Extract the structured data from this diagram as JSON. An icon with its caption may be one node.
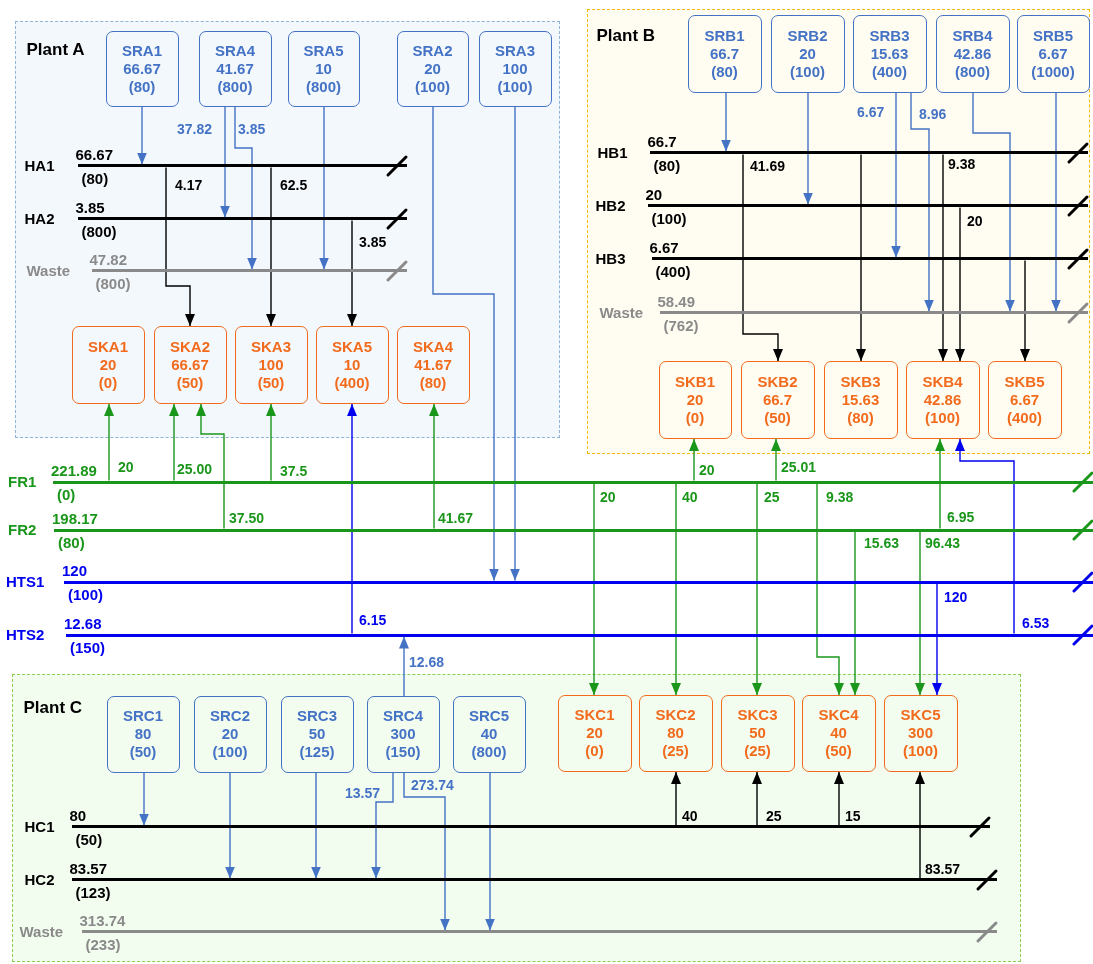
{
  "diagram": {
    "nodes": [
      {
        "text": [
          "Plant A"
        ]
      },
      {
        "text": [
          "SRA1",
          "66.67",
          "(80)"
        ],
        "in": 0
      },
      {
        "text": [
          "SRA4",
          "41.67",
          "(800)"
        ],
        "in": 0
      },
      {
        "text": [
          "SRA5",
          "10",
          "(800)"
        ],
        "in": 0
      },
      {
        "text": [
          "SRA2",
          "20",
          "(100)"
        ],
        "in": 0
      },
      {
        "text": [
          "SRA3",
          "100",
          "(100)"
        ],
        "in": 0
      },
      {
        "text": [],
        "shape": "bar",
        "beside": [
          "HA1",
          "66.67",
          "(80)"
        ],
        "in": 0
      },
      {
        "text": [],
        "shape": "bar",
        "beside": [
          "HA2",
          "3.85",
          "(800)"
        ],
        "in": 0
      },
      {
        "text": [],
        "shape": "bar",
        "beside": [
          "Waste",
          "47.82",
          "(800)"
        ],
        "in": 0
      },
      {
        "text": [
          "SKA1",
          "20",
          "(0)"
        ],
        "in": 0
      },
      {
        "text": [
          "SKA2",
          "66.67",
          "(50)"
        ],
        "in": 0
      },
      {
        "text": [
          "SKA3",
          "100",
          "(50)"
        ],
        "in": 0
      },
      {
        "text": [
          "SKA5",
          "10",
          "(400)"
        ],
        "in": 0
      },
      {
        "text": [
          "SKA4",
          "41.67",
          "(80)"
        ],
        "in": 0
      },
      {
        "text": [
          "Plant B"
        ]
      },
      {
        "text": [
          "SRB1",
          "66.7",
          "(80)"
        ],
        "in": 14
      },
      {
        "text": [
          "SRB2",
          "20",
          "(100)"
        ],
        "in": 14
      },
      {
        "text": [
          "SRB3",
          "15.63",
          "(400)"
        ],
        "in": 14
      },
      {
        "text": [
          "SRB4",
          "42.86",
          "(800)"
        ],
        "in": 14
      },
      {
        "text": [
          "SRB5",
          "6.67",
          "(1000)"
        ],
        "in": 14
      },
      {
        "text": [],
        "shape": "bar",
        "beside": [
          "HB1",
          "66.7",
          "(80)"
        ],
        "in": 14
      },
      {
        "text": [],
        "shape": "bar",
        "beside": [
          "HB2",
          "20",
          "(100)"
        ],
        "in": 14
      },
      {
        "text": [],
        "shape": "bar",
        "beside": [
          "HB3",
          "6.67",
          "(400)"
        ],
        "in": 14
      },
      {
        "text": [],
        "shape": "bar",
        "beside": [
          "Waste",
          "58.49",
          "(762)"
        ],
        "in": 14
      },
      {
        "text": [
          "SKB1",
          "20",
          "(0)"
        ],
        "in": 14
      },
      {
        "text": [
          "SKB2",
          "66.7",
          "(50)"
        ],
        "in": 14
      },
      {
        "text": [
          "SKB3",
          "15.63",
          "(80)"
        ],
        "in": 14
      },
      {
        "text": [
          "SKB4",
          "42.86",
          "(100)"
        ],
        "in": 14
      },
      {
        "text": [
          "SKB5",
          "6.67",
          "(400)"
        ],
        "in": 14
      },
      {
        "text": [],
        "shape": "bar",
        "beside": [
          "FR1",
          "221.89",
          "(0)"
        ]
      },
      {
        "text": [],
        "shape": "bar",
        "beside": [
          "FR2",
          "198.17",
          "(80)"
        ]
      },
      {
        "text": [],
        "shape": "bar",
        "beside": [
          "HTS1",
          "120",
          "(100)"
        ]
      },
      {
        "text": [],
        "shape": "bar",
        "beside": [
          "HTS2",
          "12.68",
          "(150)"
        ]
      },
      {
        "text": [
          "Plant C"
        ]
      },
      {
        "text": [
          "SRC1",
          "80",
          "(50)"
        ],
        "in": 33
      },
      {
        "text": [
          "SRC2",
          "20",
          "(100)"
        ],
        "in": 33
      },
      {
        "text": [
          "SRC3",
          "50",
          "(125)"
        ],
        "in": 33
      },
      {
        "text": [
          "SRC4",
          "300",
          "(150)"
        ],
        "in": 33
      },
      {
        "text": [
          "SRC5",
          "40",
          "(800)"
        ],
        "in": 33
      },
      {
        "text": [
          "SKC1",
          "20",
          "(0)"
        ],
        "in": 33
      },
      {
        "text": [
          "SKC2",
          "80",
          "(25)"
        ],
        "in": 33
      },
      {
        "text": [
          "SKC3",
          "50",
          "(25)"
        ],
        "in": 33
      },
      {
        "text": [
          "SKC4",
          "40",
          "(50)"
        ],
        "in": 33
      },
      {
        "text": [
          "SKC5",
          "300",
          "(100)"
        ],
        "in": 33
      },
      {
        "text": [],
        "shape": "bar",
        "beside": [
          "HC1",
          "80",
          "(50)"
        ],
        "in": 33
      },
      {
        "text": [],
        "shape": "bar",
        "beside": [
          "HC2",
          "83.57",
          "(123)"
        ],
        "in": 33
      },
      {
        "text": [],
        "shape": "bar",
        "beside": [
          "Waste",
          "313.74",
          "(233)"
        ],
        "in": 33
      }
    ],
    "edges": [
      {
        "from": 1,
        "to": 6,
        "arrow": "to"
      },
      {
        "from": 2,
        "to": 7,
        "arrow": "to",
        "label": "37.82"
      },
      {
        "from": 2,
        "to": 8,
        "arrow": "to",
        "label": "3.85"
      },
      {
        "from": 3,
        "to": 8,
        "arrow": "to"
      },
      {
        "from": 4,
        "to": 31,
        "arrow": "to"
      },
      {
        "from": 5,
        "to": 31,
        "arrow": "to"
      },
      {
        "from": 6,
        "to": 10,
        "arrow": "to",
        "label": "4.17",
        "color": "#000000"
      },
      {
        "from": 6,
        "to": 11,
        "arrow": "to",
        "label": "62.5",
        "color": "#000000"
      },
      {
        "from": 7,
        "to": 12,
        "arrow": "to",
        "label": "3.85",
        "color": "#000000"
      },
      {
        "from": 29,
        "to": 9,
        "arrow": "to",
        "label": "20",
        "color": "#1a961a"
      },
      {
        "from": 29,
        "to": 10,
        "arrow": "to",
        "label": "25.00",
        "color": "#1a961a"
      },
      {
        "from": 29,
        "to": 11,
        "arrow": "to",
        "label": "37.5",
        "color": "#1a961a"
      },
      {
        "from": 30,
        "to": 10,
        "arrow": "to",
        "label": "37.50",
        "color": "#1a961a"
      },
      {
        "from": 30,
        "to": 13,
        "arrow": "to",
        "label": "41.67",
        "color": "#1a961a"
      },
      {
        "from": 32,
        "to": 12,
        "arrow": "to",
        "label": "6.15",
        "color": "#0000ee"
      },
      {
        "from": 15,
        "to": 20,
        "arrow": "to"
      },
      {
        "from": 16,
        "to": 21,
        "arrow": "to"
      },
      {
        "from": 17,
        "to": 22,
        "arrow": "to",
        "label": "6.67"
      },
      {
        "from": 17,
        "to": 23,
        "arrow": "to",
        "label": "8.96"
      },
      {
        "from": 18,
        "to": 23,
        "arrow": "to"
      },
      {
        "from": 19,
        "to": 23,
        "arrow": "to"
      },
      {
        "from": 20,
        "to": 25,
        "arrow": "to",
        "label": "41.69",
        "color": "#000000"
      },
      {
        "from": 20,
        "to": 26,
        "arrow": "to",
        "color": "#000000"
      },
      {
        "from": 20,
        "to": 27,
        "arrow": "to",
        "label": "9.38",
        "color": "#000000"
      },
      {
        "from": 21,
        "to": 27,
        "arrow": "to",
        "label": "20",
        "color": "#000000"
      },
      {
        "from": 22,
        "to": 28,
        "arrow": "to",
        "color": "#000000"
      },
      {
        "from": 29,
        "to": 24,
        "arrow": "to",
        "label": "20",
        "color": "#1a961a"
      },
      {
        "from": 29,
        "to": 25,
        "arrow": "to",
        "label": "25.01",
        "color": "#1a961a"
      },
      {
        "from": 30,
        "to": 27,
        "arrow": "to",
        "label": "6.95",
        "color": "#1a961a"
      },
      {
        "from": 32,
        "to": 27,
        "arrow": "to",
        "label": "6.53",
        "color": "#0000ee"
      },
      {
        "from": 29,
        "to": 39,
        "arrow": "to",
        "label": "20",
        "color": "#1a961a"
      },
      {
        "from": 29,
        "to": 40,
        "arrow": "to",
        "label": "40",
        "color": "#1a961a"
      },
      {
        "from": 29,
        "to": 41,
        "arrow": "to",
        "label": "25",
        "color": "#1a961a"
      },
      {
        "from": 29,
        "to": 42,
        "arrow": "to",
        "label": "9.38",
        "color": "#1a961a"
      },
      {
        "from": 30,
        "to": 42,
        "arrow": "to",
        "label": "15.63",
        "color": "#1a961a"
      },
      {
        "from": 30,
        "to": 43,
        "arrow": "to",
        "label": "96.43",
        "color": "#1a961a"
      },
      {
        "from": 31,
        "to": 43,
        "arrow": "to",
        "label": "120",
        "color": "#0000ee"
      },
      {
        "from": 44,
        "to": 40,
        "arrow": "to",
        "label": "40",
        "color": "#000000"
      },
      {
        "from": 44,
        "to": 41,
        "arrow": "to",
        "label": "25",
        "color": "#000000"
      },
      {
        "from": 44,
        "to": 42,
        "arrow": "to",
        "label": "15",
        "color": "#000000"
      },
      {
        "from": 45,
        "to": 43,
        "arrow": "to",
        "label": "83.57",
        "color": "#000000"
      },
      {
        "from": 34,
        "to": 44,
        "arrow": "to"
      },
      {
        "from": 35,
        "to": 45,
        "arrow": "to"
      },
      {
        "from": 36,
        "to": 45,
        "arrow": "to"
      },
      {
        "from": 37,
        "to": 45,
        "arrow": "to",
        "label": "13.57"
      },
      {
        "from": 37,
        "to": 46,
        "arrow": "to",
        "label": "273.74"
      },
      {
        "from": 38,
        "to": 46,
        "arrow": "to"
      },
      {
        "from": 37,
        "to": 32,
        "arrow": "to",
        "label": "12.68"
      }
    ]
  }
}
